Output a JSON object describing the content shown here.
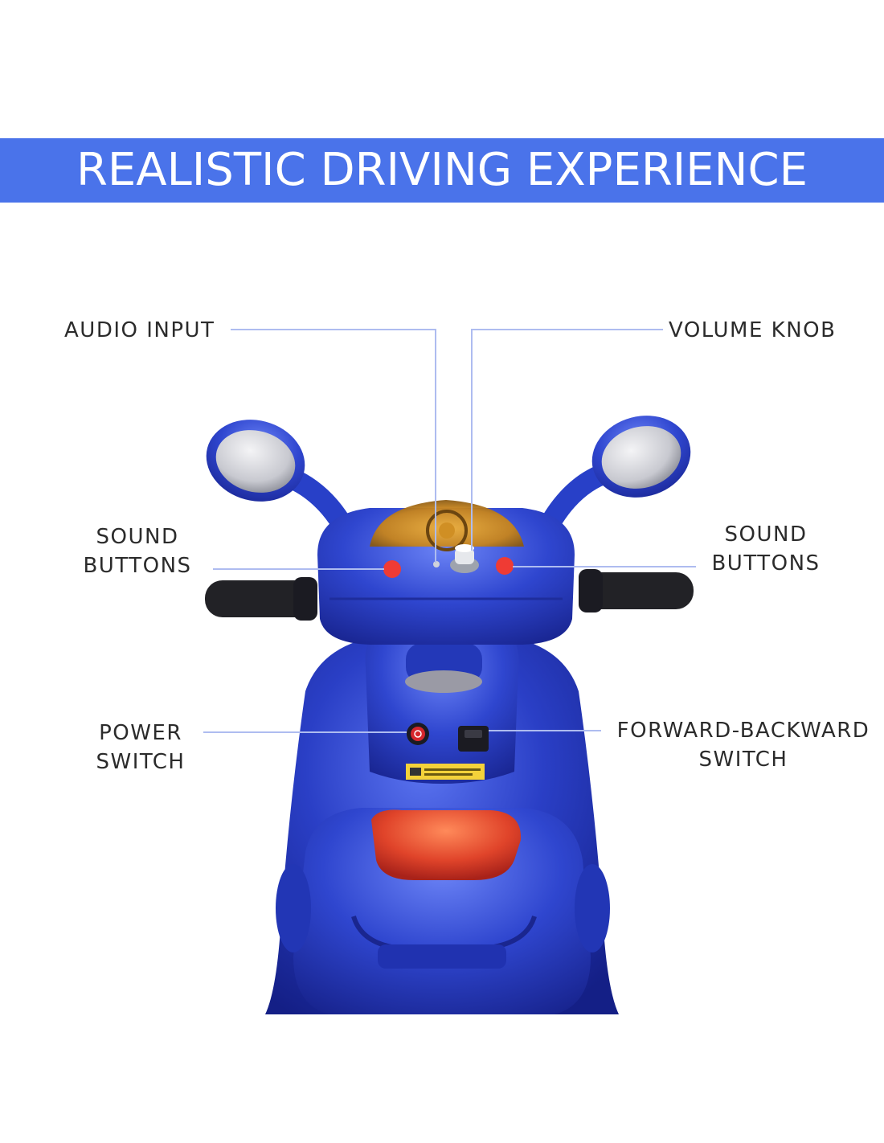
{
  "banner": {
    "title": "REALISTIC DRIVING EXPERIENCE"
  },
  "labels": {
    "audio_input": "AUDIO INPUT",
    "volume_knob": "VOLUME KNOB",
    "sound_buttons_left": [
      "SOUND",
      "BUTTONS"
    ],
    "sound_buttons_right": [
      "SOUND",
      "BUTTONS"
    ],
    "power_switch": [
      "POWER",
      "SWITCH"
    ],
    "forward_backward_switch": [
      "FORWARD-BACKWARD",
      "SWITCH"
    ]
  },
  "colors": {
    "banner": "#4a73ea",
    "body_blue": "#2b3fc4",
    "callout_line": "#aebcf0",
    "tail_light": "#e0442a"
  }
}
